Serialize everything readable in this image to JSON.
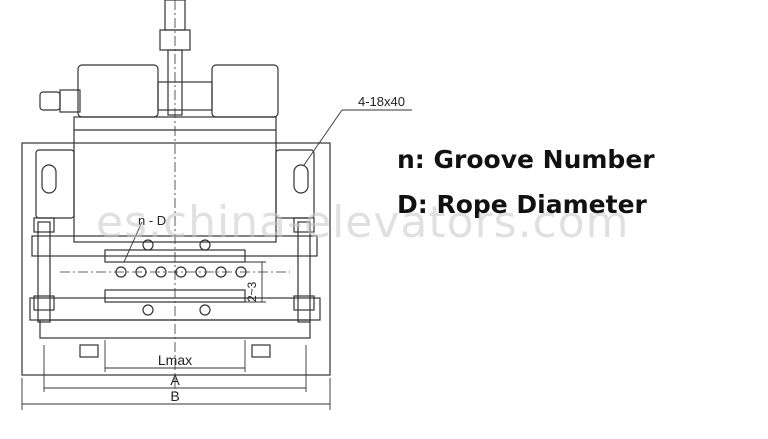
{
  "drawing": {
    "hole_callout": "4-18x40",
    "groove_callout": "n - D",
    "gap_dimension": "2~3",
    "dim_lmax": "Lmax",
    "dim_a": "A",
    "dim_b": "B"
  },
  "legend": {
    "groove": "n: Groove Number",
    "rope": "D: Rope Diameter"
  },
  "watermark": "es.china-elevators.com"
}
